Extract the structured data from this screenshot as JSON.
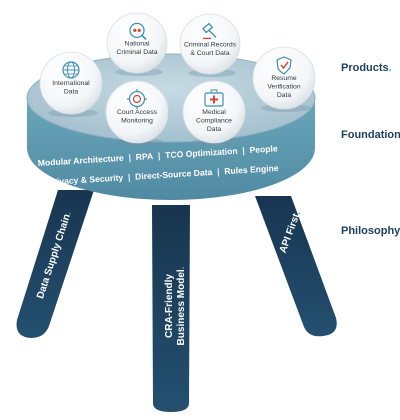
{
  "sections": {
    "products": "Products",
    "foundation": "Foundation",
    "philosophy": "Philosophy"
  },
  "products": [
    {
      "label": [
        "National",
        "Criminal Data"
      ],
      "icon": "fingerprint-icon"
    },
    {
      "label": [
        "Criminal Records",
        "& Court Data"
      ],
      "icon": "gavel-icon"
    },
    {
      "label": [
        "International",
        "Data"
      ],
      "icon": "globe-icon"
    },
    {
      "label": [
        "Resume",
        "Verification",
        "Data"
      ],
      "icon": "shield-check-icon"
    },
    {
      "label": [
        "Court Access",
        "Monitoring"
      ],
      "icon": "target-icon"
    },
    {
      "label": [
        "Medical",
        "Compliance",
        "Data"
      ],
      "icon": "medical-kit-icon"
    }
  ],
  "foundation": {
    "row1": [
      "Modular Architecture",
      "RPA",
      "TCO Optimization",
      "People"
    ],
    "row2": [
      "Privacy & Security",
      "Direct-Source Data",
      "Rules Engine"
    ]
  },
  "philosophy": [
    {
      "label": [
        "Data Supply Chain"
      ]
    },
    {
      "label": [
        "CRA-Friendly",
        "Business Model"
      ]
    },
    {
      "label": [
        "API First"
      ]
    }
  ],
  "colors": {
    "seat_top": "#b4ccd8",
    "seat_side": "#5b98ae",
    "leg": "#1c3f5c",
    "accent": "#3aa6c4",
    "icon_red": "#d04a3a",
    "icon_blue": "#3f8fb6"
  }
}
